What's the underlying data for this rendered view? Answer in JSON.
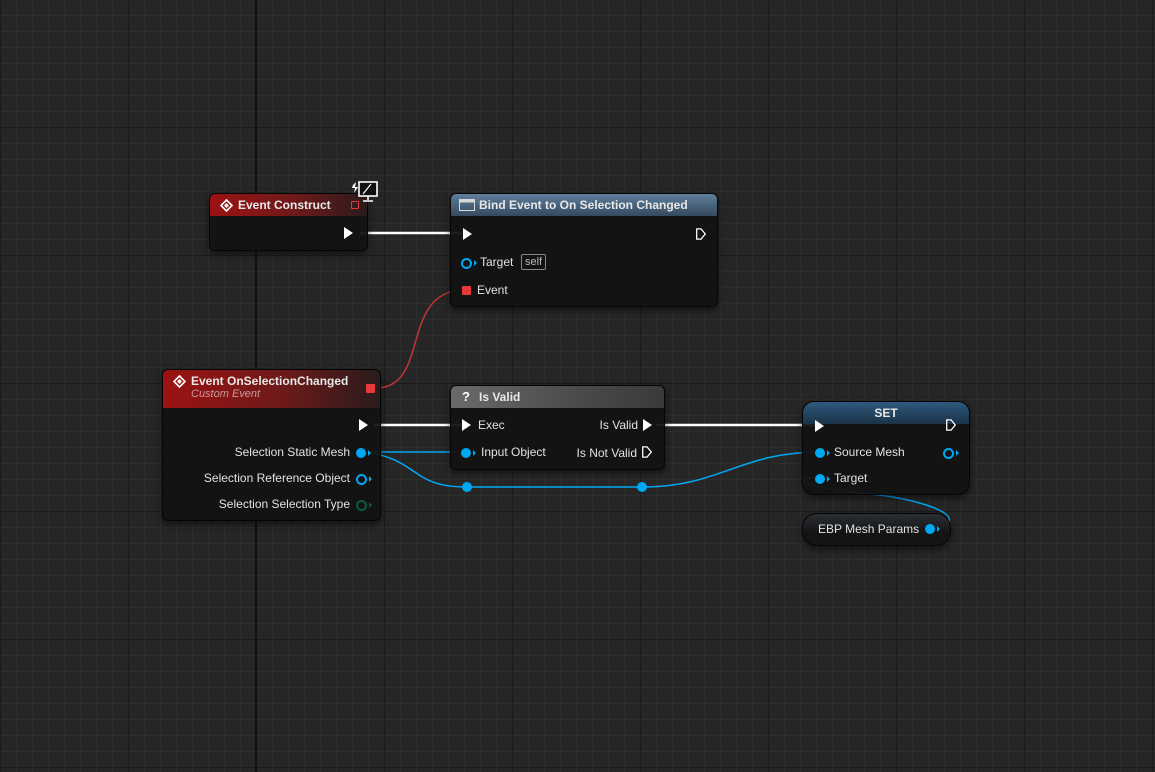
{
  "nodes": {
    "event_construct": {
      "title": "Event Construct"
    },
    "bind_event": {
      "title": "Bind Event to On Selection Changed",
      "target_label": "Target",
      "self_tag": "self",
      "event_label": "Event"
    },
    "on_selection_changed": {
      "title": "Event OnSelectionChanged",
      "subtitle": "Custom Event",
      "outputs": [
        "Selection Static Mesh",
        "Selection Reference Object",
        "Selection Selection Type"
      ]
    },
    "is_valid": {
      "title": "Is Valid",
      "exec_label": "Exec",
      "input_label": "Input Object",
      "valid_label": "Is Valid",
      "not_valid_label": "Is Not Valid"
    },
    "set": {
      "title": "SET",
      "source_label": "Source Mesh",
      "target_label": "Target"
    },
    "ebp_mesh_params": {
      "title": "EBP Mesh Params"
    }
  },
  "colors": {
    "event_header": "#9c1212",
    "function_header": "#34495e",
    "macro_header": "#5a5a5a",
    "object_wire": "#00a8f4",
    "delegate_wire": "#c13535",
    "exec_wire": "#ffffff"
  }
}
